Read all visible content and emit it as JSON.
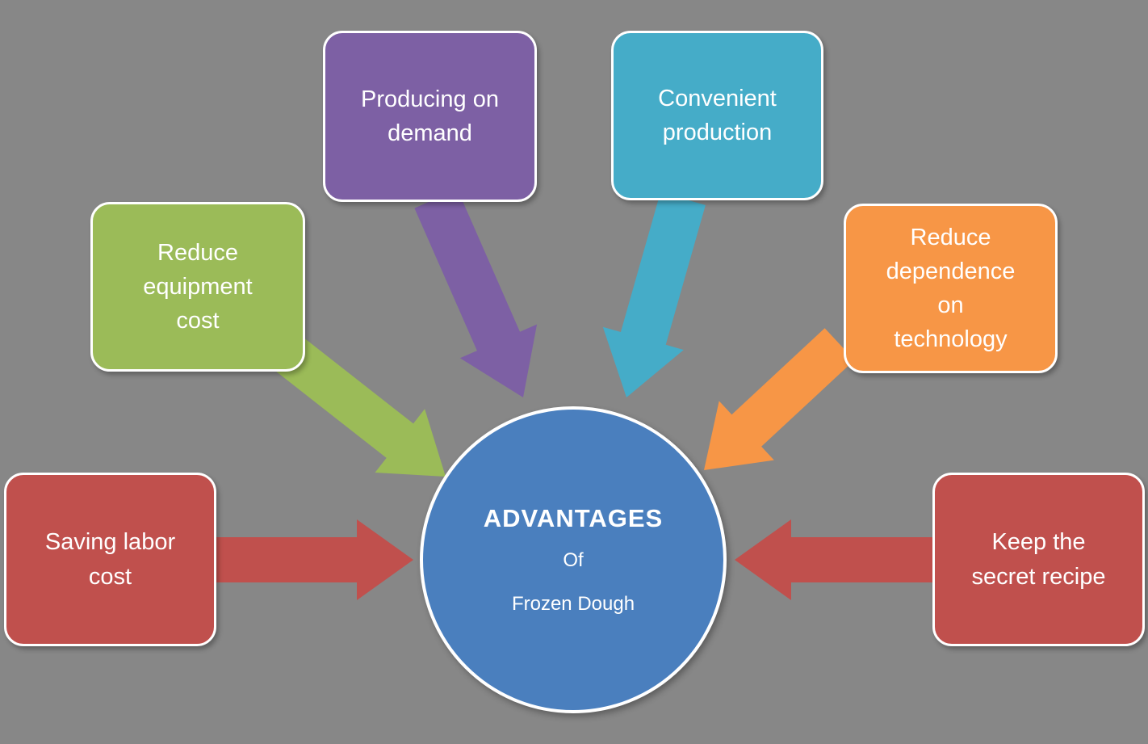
{
  "background_color": "#878787",
  "center_circle": {
    "title": "ADVANTAGES",
    "subtitle": "Of",
    "subject": "Frozen Dough",
    "color": "#4a7fbe",
    "border_color": "#ffffff"
  },
  "boxes": [
    {
      "name": "producing-on-demand",
      "label": "Producing on\ndemand",
      "color": "#7d60a4"
    },
    {
      "name": "convenient-production",
      "label": "Convenient\nproduction",
      "color": "#45acc8"
    },
    {
      "name": "reduce-equipment-cost",
      "label": "Reduce\nequipment\ncost",
      "color": "#9bbb58"
    },
    {
      "name": "reduce-dependence-on-technology",
      "label": "Reduce\ndependence\non\ntechnology",
      "color": "#f79646"
    },
    {
      "name": "saving-labor-cost",
      "label": "Saving labor\ncost",
      "color": "#c0504d"
    },
    {
      "name": "keep-the-secret-recipe",
      "label": "Keep the\nsecret recipe",
      "color": "#c0504d"
    }
  ]
}
